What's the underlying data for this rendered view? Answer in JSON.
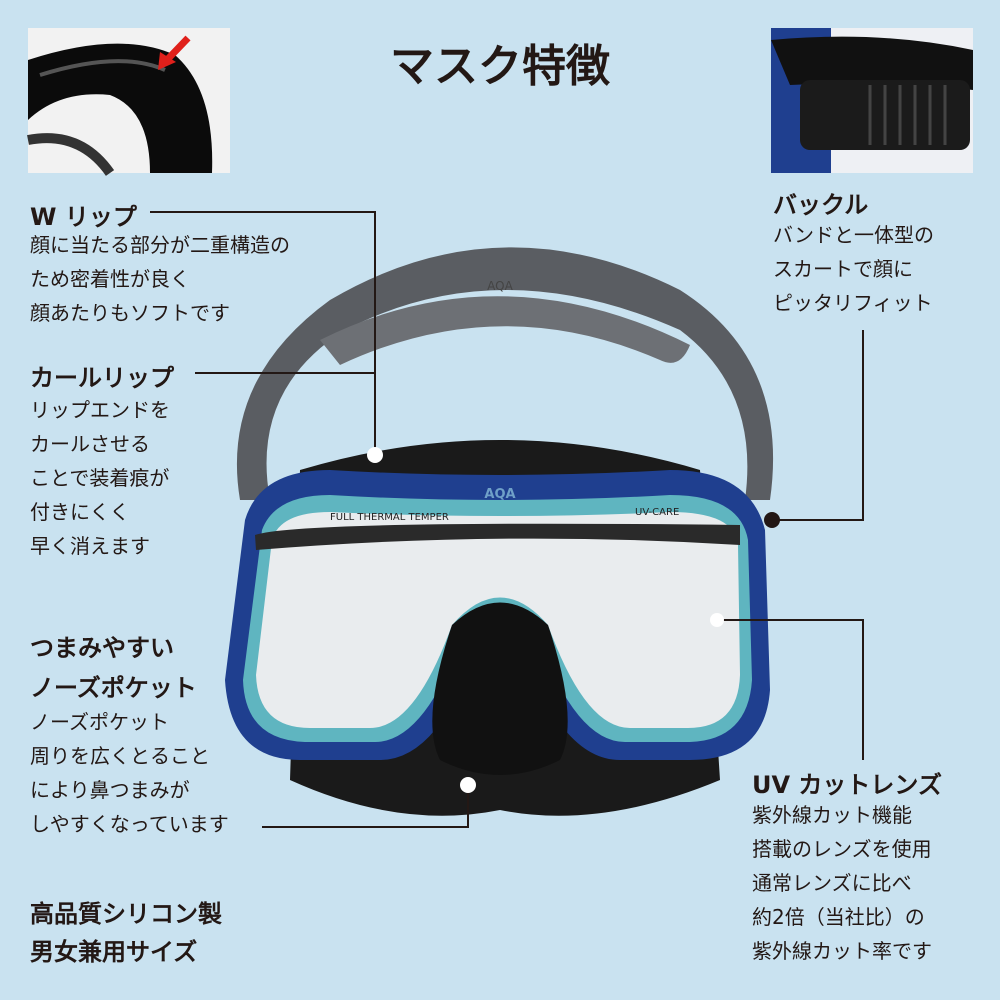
{
  "title": "マスク特徴",
  "features": {
    "w_lip": {
      "heading": "W リップ",
      "body": "顔に当たる部分が二重構造の\nため密着性が良く\n顔あたりもソフトです"
    },
    "curl_lip": {
      "heading": "カールリップ",
      "body": "リップエンドを\nカールさせる\nことで装着痕が\n付きにくく\n早く消えます"
    },
    "nose_pocket": {
      "heading": "つまみやすい\nノーズポケット",
      "body": "ノーズポケット\n周りを広くとること\nにより鼻つまみが\nしやすくなっています"
    },
    "buckle": {
      "heading": "バックル",
      "body": "バンドと一体型の\nスカートで顔に\nピッタリフィット"
    },
    "uv_lens": {
      "heading": "UV カットレンズ",
      "body": "紫外線カット機能\n搭載のレンズを使用\n通常レンズに比べ\n約2倍（当社比）の\n紫外線カット率です"
    },
    "material": {
      "body": "高品質シリコン製\n男女兼用サイズ"
    }
  },
  "mask_print": {
    "brand": "AQA",
    "top_left": "FULL THERMAL TEMPER",
    "top_right": "UV-CARE",
    "strap": "AQA"
  },
  "colors": {
    "background": "#c9e2f0",
    "frame": "#1f3f8f",
    "arrow": "#e0201b"
  }
}
